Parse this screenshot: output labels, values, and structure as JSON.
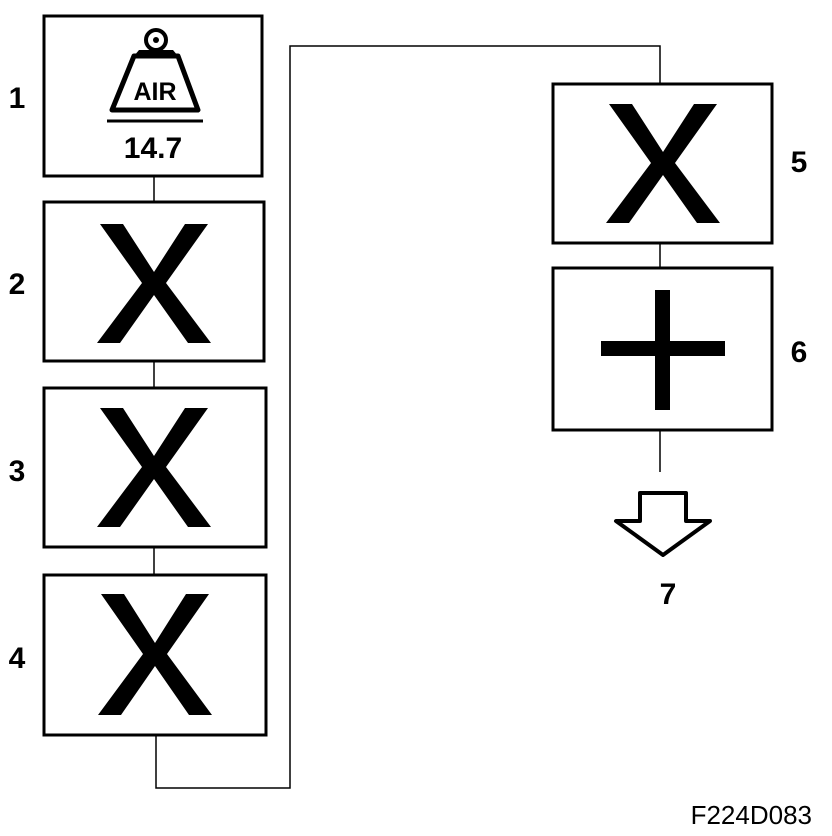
{
  "steps": [
    {
      "number": "1",
      "content": "air-weight",
      "air_label": "AIR",
      "value": "14.7"
    },
    {
      "number": "2",
      "content": "multiply",
      "symbol": "X"
    },
    {
      "number": "3",
      "content": "multiply",
      "symbol": "X"
    },
    {
      "number": "4",
      "content": "multiply",
      "symbol": "X"
    },
    {
      "number": "5",
      "content": "multiply",
      "symbol": "X"
    },
    {
      "number": "6",
      "content": "add",
      "symbol": "+"
    },
    {
      "number": "7",
      "content": "result-arrow"
    }
  ],
  "figure_id": "F224D083",
  "icons": {
    "step1": "weight-icon",
    "step6": "plus-icon",
    "step7": "down-arrow-icon"
  }
}
